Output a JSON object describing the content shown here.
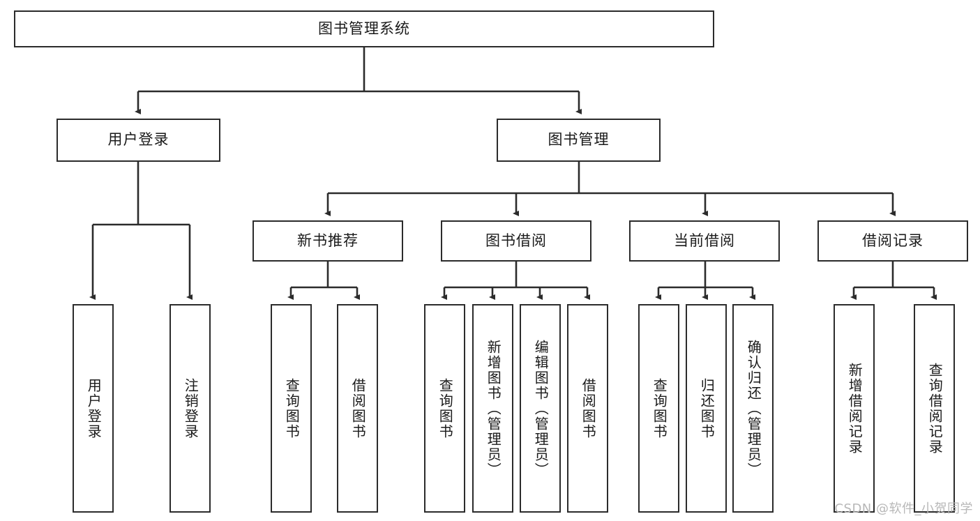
{
  "diagram": {
    "title": "图书管理系统",
    "type": "tree-hierarchy-chart",
    "root": {
      "label": "图书管理系统"
    },
    "level2": [
      {
        "label": "用户登录"
      },
      {
        "label": "图书管理"
      }
    ],
    "level3": [
      {
        "label": "新书推荐"
      },
      {
        "label": "图书借阅"
      },
      {
        "label": "当前借阅"
      },
      {
        "label": "借阅记录"
      }
    ],
    "leaves": {
      "user_login": [
        {
          "label": "用户登录"
        },
        {
          "label": "注销登录"
        }
      ],
      "new_book_recommend": [
        {
          "label": "查询图书"
        },
        {
          "label": "借阅图书"
        }
      ],
      "book_borrow": [
        {
          "label": "查询图书"
        },
        {
          "label": "新增图书（管理员）"
        },
        {
          "label": "编辑图书（管理员）"
        },
        {
          "label": "借阅图书"
        }
      ],
      "current_borrow": [
        {
          "label": "查询图书"
        },
        {
          "label": "归还图书"
        },
        {
          "label": "确认归还（管理员）"
        }
      ],
      "borrow_record": [
        {
          "label": "新增借阅记录"
        },
        {
          "label": "查询借阅记录"
        }
      ]
    },
    "colors": {
      "stroke": "#2b2b2b",
      "fill": "#ffffff",
      "text": "#1a1a1a",
      "watermark": "#b8b8b8"
    }
  },
  "watermark": {
    "text": "CSDN @软件_小贺同学"
  }
}
